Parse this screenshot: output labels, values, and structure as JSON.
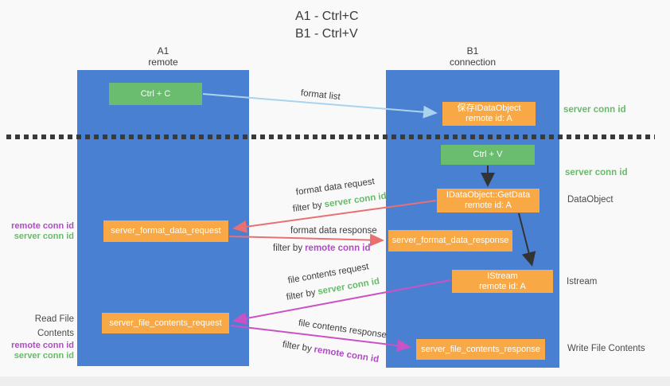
{
  "title": {
    "line1": "A1 - Ctrl+C",
    "line2": "B1 - Ctrl+V"
  },
  "colors": {
    "column": "#4a80d2",
    "box_orange": "#f8a945",
    "box_green": "#6abd6e",
    "text_green": "#66bb6a",
    "text_purple": "#ae4cc3",
    "arrow_blue": "#a9d3ee",
    "arrow_red": "#e87070",
    "arrow_magenta": "#ca52c5",
    "arrow_black": "#333333"
  },
  "lanes": {
    "left": {
      "name": "A1",
      "role": "remote"
    },
    "right": {
      "name": "B1",
      "role": "connection"
    }
  },
  "nodes": {
    "ctrl_c": {
      "label": "Ctrl + C"
    },
    "save_idataobject": {
      "line1": "保存IDataObject",
      "line2": "remote id: A"
    },
    "ctrl_v": {
      "label": "Ctrl + V"
    },
    "getdata": {
      "line1": "IDataObject::GetData",
      "line2": "remote id: A"
    },
    "format_request": {
      "label": "server_format_data_request"
    },
    "format_response": {
      "label": "server_format_data_response"
    },
    "istream": {
      "line1": "IStream",
      "line2": "remote id: A"
    },
    "file_request": {
      "label": "server_file_contents_request"
    },
    "file_response": {
      "label": "server_file_contents_response"
    }
  },
  "annotations": {
    "format_list": "format list",
    "server_conn_id": "server conn id",
    "remote_conn_id": "remote conn id",
    "filter_by": "filter by",
    "dataobject": "DataObject",
    "istream": "Istream",
    "read_file_contents": "Read File Contents",
    "write_file_contents": "Write File Contents",
    "format_data_request": "format data request",
    "format_data_response": "format data response",
    "file_contents_request": "file contents request",
    "file_contents_response": "file contents response"
  }
}
